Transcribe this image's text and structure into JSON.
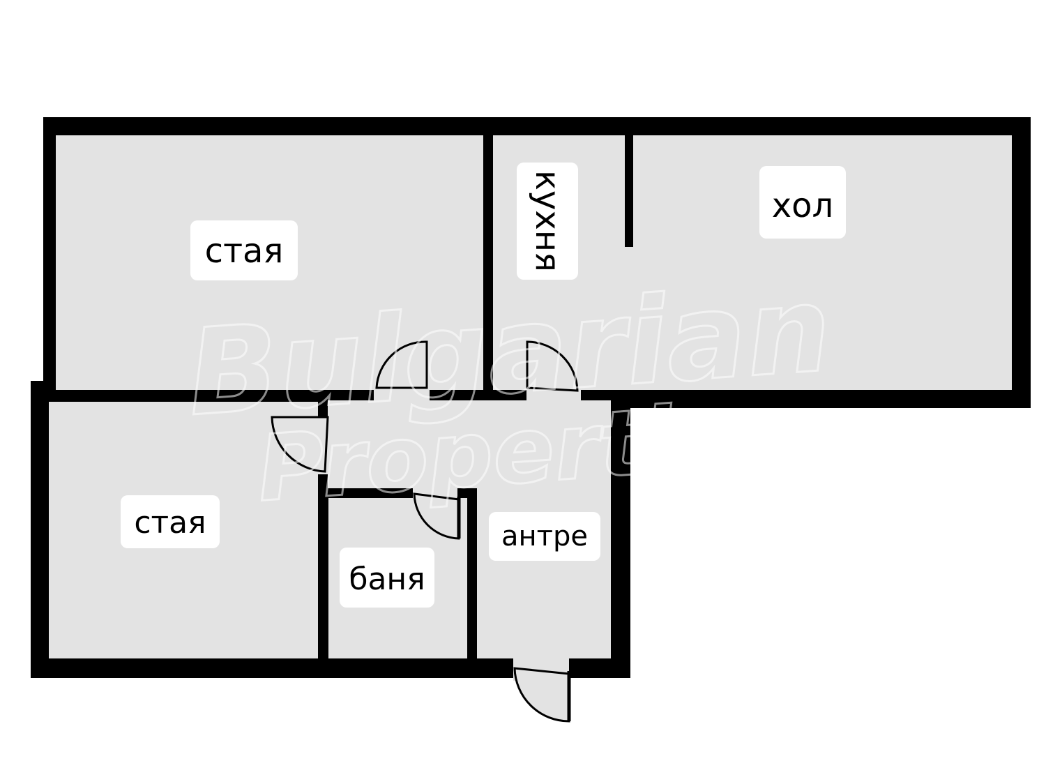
{
  "rooms": [
    {
      "id": "room-1",
      "label": "стая"
    },
    {
      "id": "kitchen",
      "label": "кухня"
    },
    {
      "id": "hall",
      "label": "хол"
    },
    {
      "id": "room-2",
      "label": "стая"
    },
    {
      "id": "bathroom",
      "label": "баня"
    },
    {
      "id": "entrance",
      "label": "антре"
    }
  ],
  "watermark": {
    "line1": "Bulgarian",
    "line2": "Properties"
  },
  "colors": {
    "wall": "#000000",
    "floor": "#e3e3e3",
    "label_bg": "#ffffff",
    "background": "#ffffff"
  }
}
